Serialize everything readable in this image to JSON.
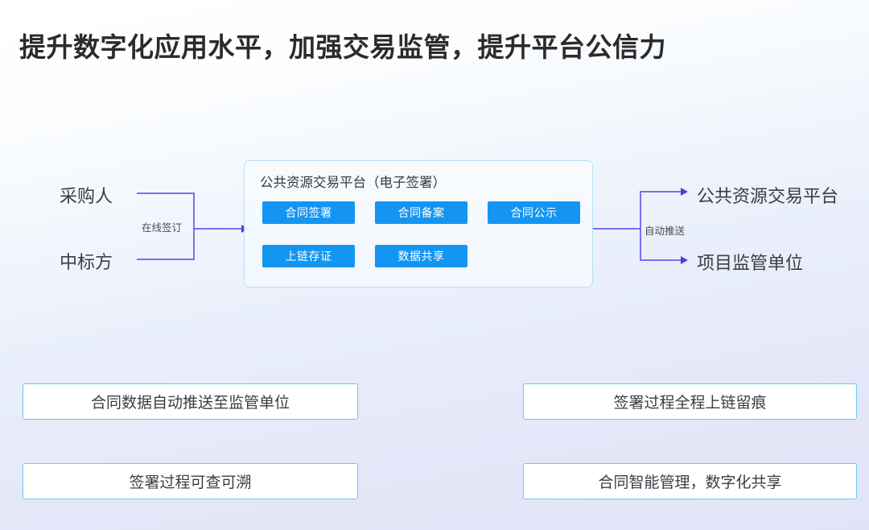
{
  "slide": {
    "title": "提升数字化应用水平，加强交易监管，提升平台公信力",
    "accent_blue": "#1495f2",
    "connector_purple": "#7d6df0",
    "card_border": "#6cc8e9",
    "panel_border": "#7fc9ef"
  },
  "flow": {
    "actors": [
      {
        "label": "采购人"
      },
      {
        "label": "中标方"
      }
    ],
    "input_connector_label": "在线签订",
    "output_connector_label": "自动推送",
    "destinations": [
      {
        "label": "公共资源交易平台"
      },
      {
        "label": "项目监管单位"
      }
    ]
  },
  "panel": {
    "title": "公共资源交易平台（电子签署）",
    "chips": [
      {
        "label": "合同签署"
      },
      {
        "label": "合同备案"
      },
      {
        "label": "合同公示"
      },
      {
        "label": "上链存证"
      },
      {
        "label": "数据共享"
      }
    ]
  },
  "benefits": [
    {
      "label": "合同数据自动推送至监管单位"
    },
    {
      "label": "签署过程全程上链留痕"
    },
    {
      "label": "签署过程可查可溯"
    },
    {
      "label": "合同智能管理，数字化共享"
    }
  ]
}
